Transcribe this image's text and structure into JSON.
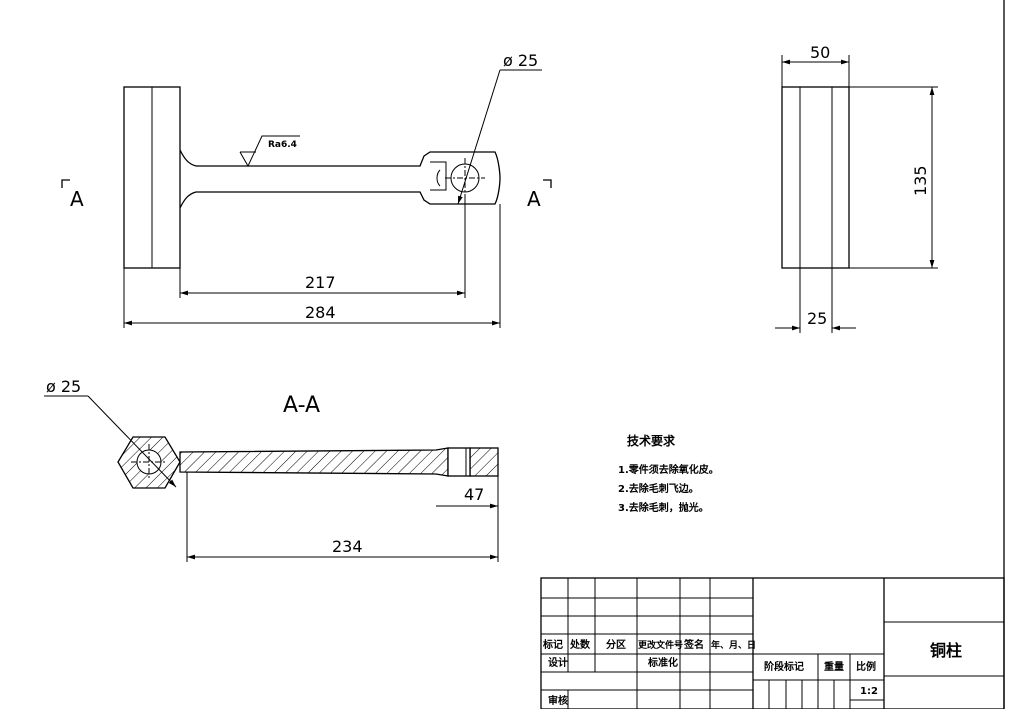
{
  "dimensions": {
    "front_hole_dia": "ø 25",
    "roughness": "Ra6.4",
    "len_217": "217",
    "len_284": "284",
    "side_width": "50",
    "side_height": "135",
    "side_base": "25",
    "section_hole_dia": "ø 25",
    "len_47": "47",
    "len_234": "234"
  },
  "section": {
    "marker_left": "A",
    "marker_right": "A",
    "title": "A-A"
  },
  "tech_requirements": {
    "title": "技术要求",
    "items": [
      "1.零件须去除氧化皮。",
      "2.去除毛刺飞边。",
      "3.去除毛刺，抛光。"
    ]
  },
  "title_block": {
    "headers": [
      "标记",
      "处数",
      "分区",
      "更改文件号",
      "签名",
      "年、月、日"
    ],
    "design": "设计",
    "standardize": "标准化",
    "review": "审核",
    "stage_mark": "阶段标记",
    "weight": "重量",
    "scale_label": "比例",
    "scale_value": "1:2",
    "part_name": "铜柱"
  }
}
